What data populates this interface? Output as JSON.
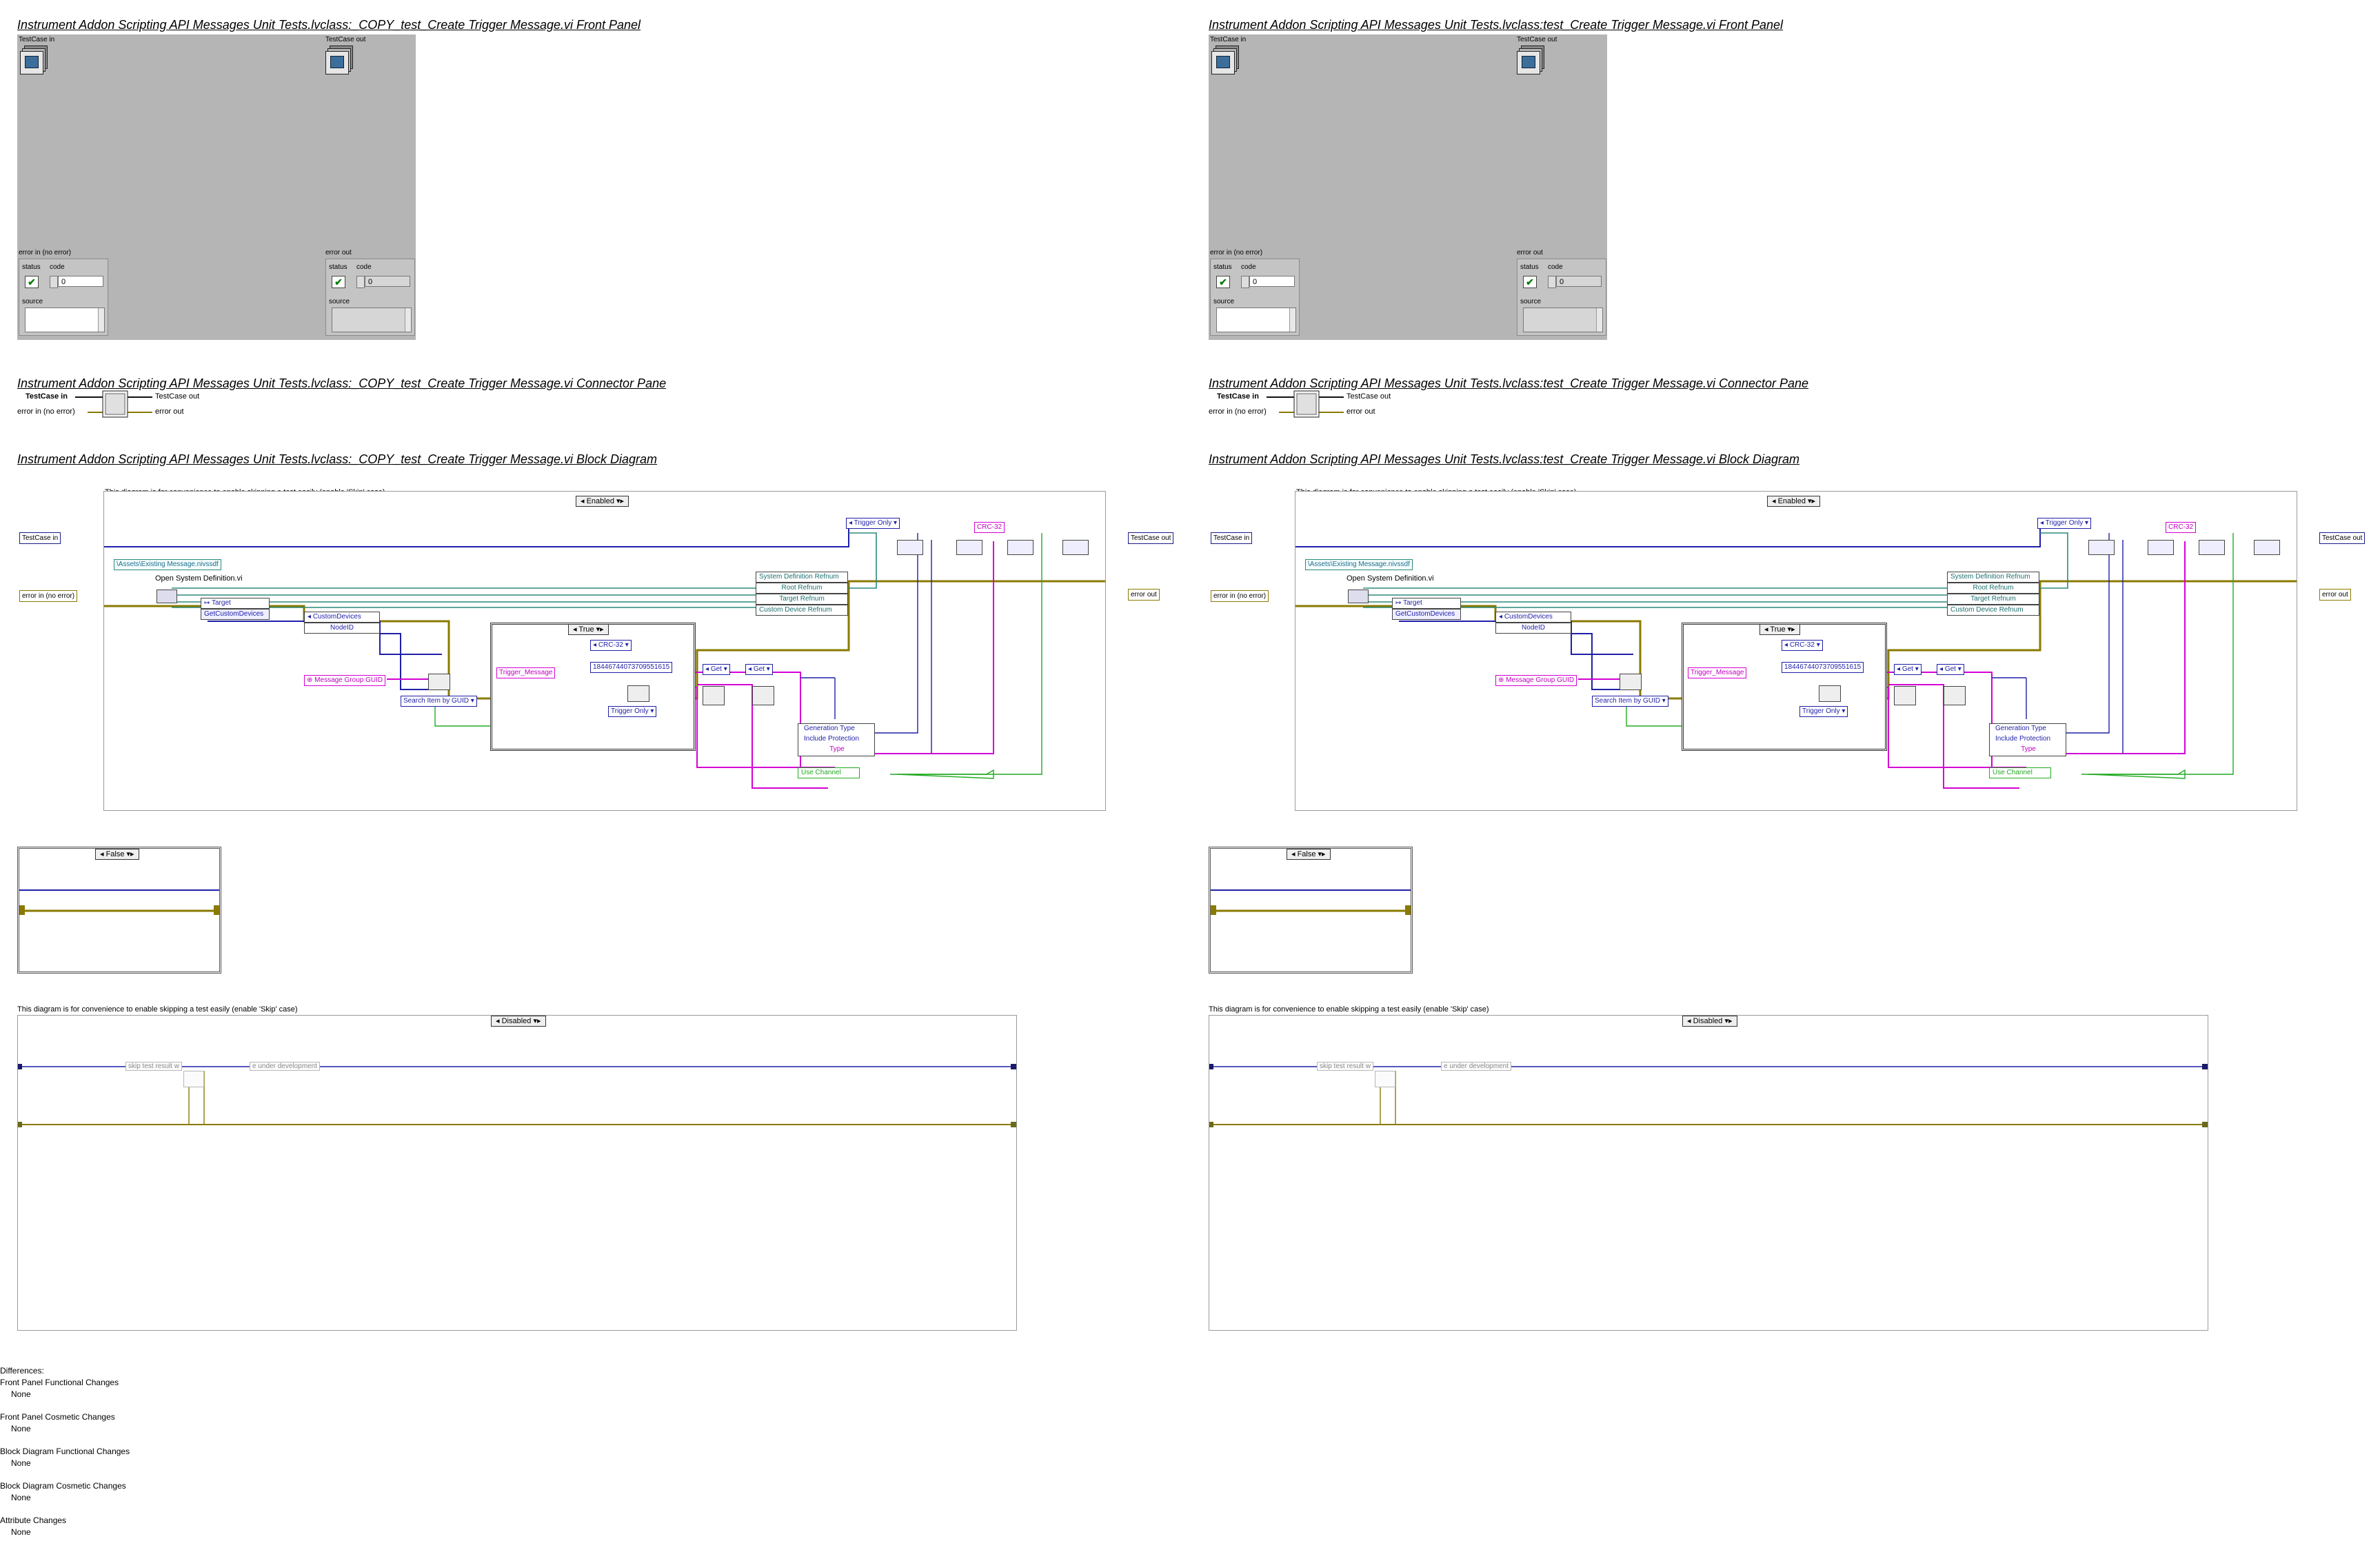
{
  "panels": [
    {
      "front_panel_title": "Instrument Addon Scripting API Messages Unit Tests.lvclass:_COPY_test_Create Trigger Message.vi Front Panel",
      "connector_pane_title": "Instrument Addon Scripting API Messages Unit Tests.lvclass:_COPY_test_Create Trigger Message.vi Connector Pane",
      "block_diagram_title": "Instrument Addon Scripting API Messages Unit Tests.lvclass:_COPY_test_Create Trigger Message.vi Block Diagram"
    },
    {
      "front_panel_title": "Instrument Addon Scripting API Messages Unit Tests.lvclass:test_Create Trigger Message.vi Front Panel",
      "connector_pane_title": "Instrument Addon Scripting API Messages Unit Tests.lvclass:test_Create Trigger Message.vi Connector Pane",
      "block_diagram_title": "Instrument Addon Scripting API Messages Unit Tests.lvclass:test_Create Trigger Message.vi Block Diagram"
    }
  ],
  "front_panel": {
    "testcase_in": "TestCase in",
    "testcase_out": "TestCase out",
    "error_in": "error in (no error)",
    "error_out": "error out",
    "status": "status",
    "code": "code",
    "code_value": "0",
    "source": "source",
    "check": "✔"
  },
  "connector_pane": {
    "testcase_in": "TestCase in",
    "testcase_out": "TestCase out",
    "error_in": "error in (no error)",
    "error_out": "error out"
  },
  "block_diagram": {
    "note": "This diagram is for convenience to enable skipping a test easily (enable 'Skip' case)",
    "case_selector": "Enabled",
    "testcase_in": "TestCase in",
    "testcase_out": "TestCase out",
    "error_in": "error in (no error)",
    "error_out": "error out",
    "path_const": "\\Assets\\Existing Message.nivssdf",
    "open_sysdef": "Open System Definition.vi",
    "target": "Target",
    "get_custom_devices": "GetCustomDevices",
    "custom_devices": "CustomDevices",
    "node_id": "NodeID",
    "message_group_guid": "Message Group GUID",
    "search_item": "Search Item by GUID",
    "true_case": "True",
    "trigger_message": "Trigger_Message",
    "crc32_inner": "CRC-32",
    "crc_value": "18446744073709551615",
    "trigger_only_inner": "Trigger Only",
    "trigger_only_top": "Trigger Only",
    "crc32_top": "CRC-32",
    "get1": "Get",
    "get2": "Get",
    "sysdef_refnum": "System Definition Refnum",
    "root_refnum": "Root Refnum",
    "target_refnum": "Target Refnum",
    "cd_refnum": "Custom Device Refnum",
    "generation_type": "Generation Type",
    "include_protection": "Include Protection",
    "type": "Type",
    "use_channel": "Use Channel",
    "false_case": "False",
    "disabled_note": "This diagram is for convenience to enable skipping a test easily (enable 'Skip' case)",
    "disabled_selector": "Disabled",
    "skip_text_a": "skip test result w",
    "skip_text_b": "e under development"
  },
  "differences": {
    "title": "Differences:",
    "items": [
      {
        "label": "Front Panel Functional Changes",
        "value": "None"
      },
      {
        "label": "Front Panel Cosmetic Changes",
        "value": "None"
      },
      {
        "label": "Block Diagram Functional Changes",
        "value": "None"
      },
      {
        "label": "Block Diagram Cosmetic Changes",
        "value": "None"
      },
      {
        "label": "Attribute Changes",
        "value": "None"
      }
    ]
  },
  "colors": {
    "error_wire": "#8a7a00",
    "class_wire": "#1f1fa8",
    "string_wire": "#d400d4",
    "refnum_wire": "#2a8a7a",
    "green_wire": "#22aa22",
    "panel_gray": "#b5b5b5"
  }
}
